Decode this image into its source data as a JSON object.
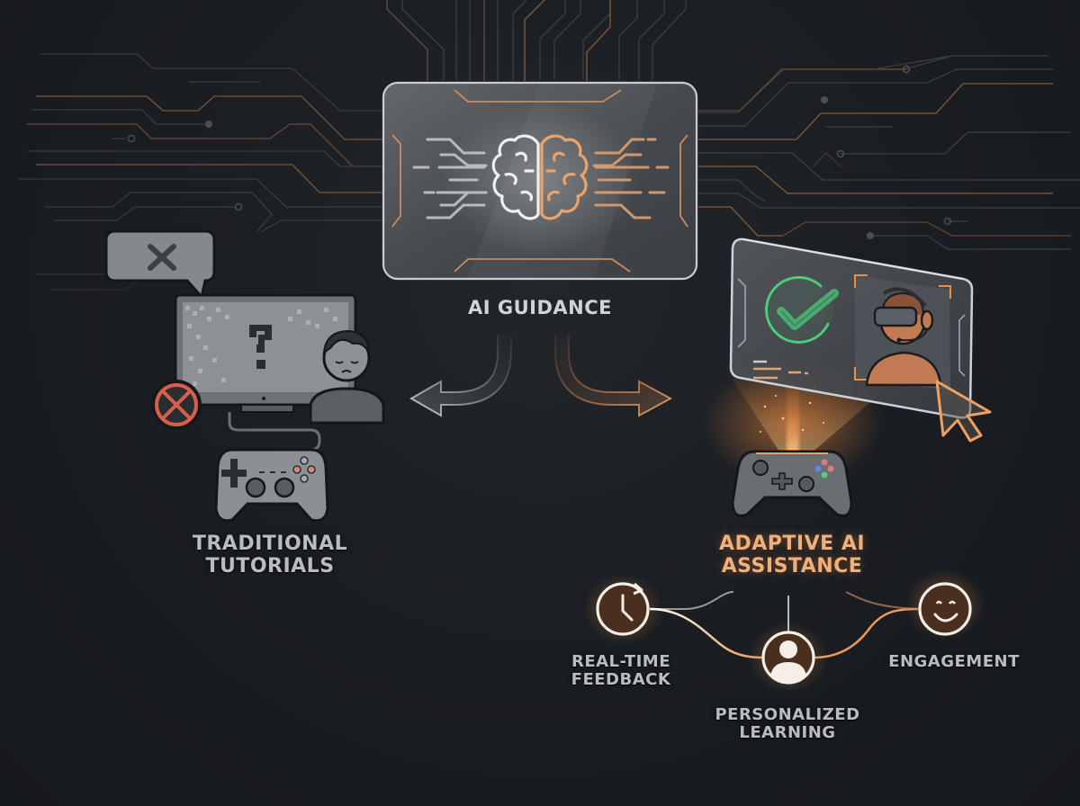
{
  "diagram": {
    "center": {
      "title": "AI GUIDANCE",
      "icon": "brain-icon",
      "panel": "glass-panel"
    },
    "left_branch": {
      "title_line1": "TRADITIONAL",
      "title_line2": "TUTORIALS",
      "icons": [
        "speech-bubble-x-icon",
        "monitor-question-icon",
        "sad-player-icon",
        "red-x-circle-icon",
        "wired-gamepad-icon"
      ],
      "arrow": "left-arrow"
    },
    "right_branch": {
      "title_line1": "ADAPTIVE AI",
      "title_line2": "ASSISTANCE",
      "icons": [
        "holo-screen-icon",
        "green-check-icon",
        "vr-player-icon",
        "cursor-icon",
        "wireless-gamepad-icon"
      ],
      "arrow": "right-arrow",
      "benefits": [
        {
          "icon": "clock-refresh-icon",
          "line1": "REAL-TIME",
          "line2": "FEEDBACK"
        },
        {
          "icon": "user-profile-icon",
          "line1": "PERSONALIZED",
          "line2": "LEARNING"
        },
        {
          "icon": "smiley-icon",
          "line1": "ENGAGEMENT",
          "line2": ""
        }
      ]
    },
    "colors": {
      "background": "#1b1e22",
      "accent_orange": "#e8945a",
      "neutral_gray": "#b9bdc2",
      "success_green": "#4fce7f",
      "error_red": "#e0604c"
    }
  }
}
